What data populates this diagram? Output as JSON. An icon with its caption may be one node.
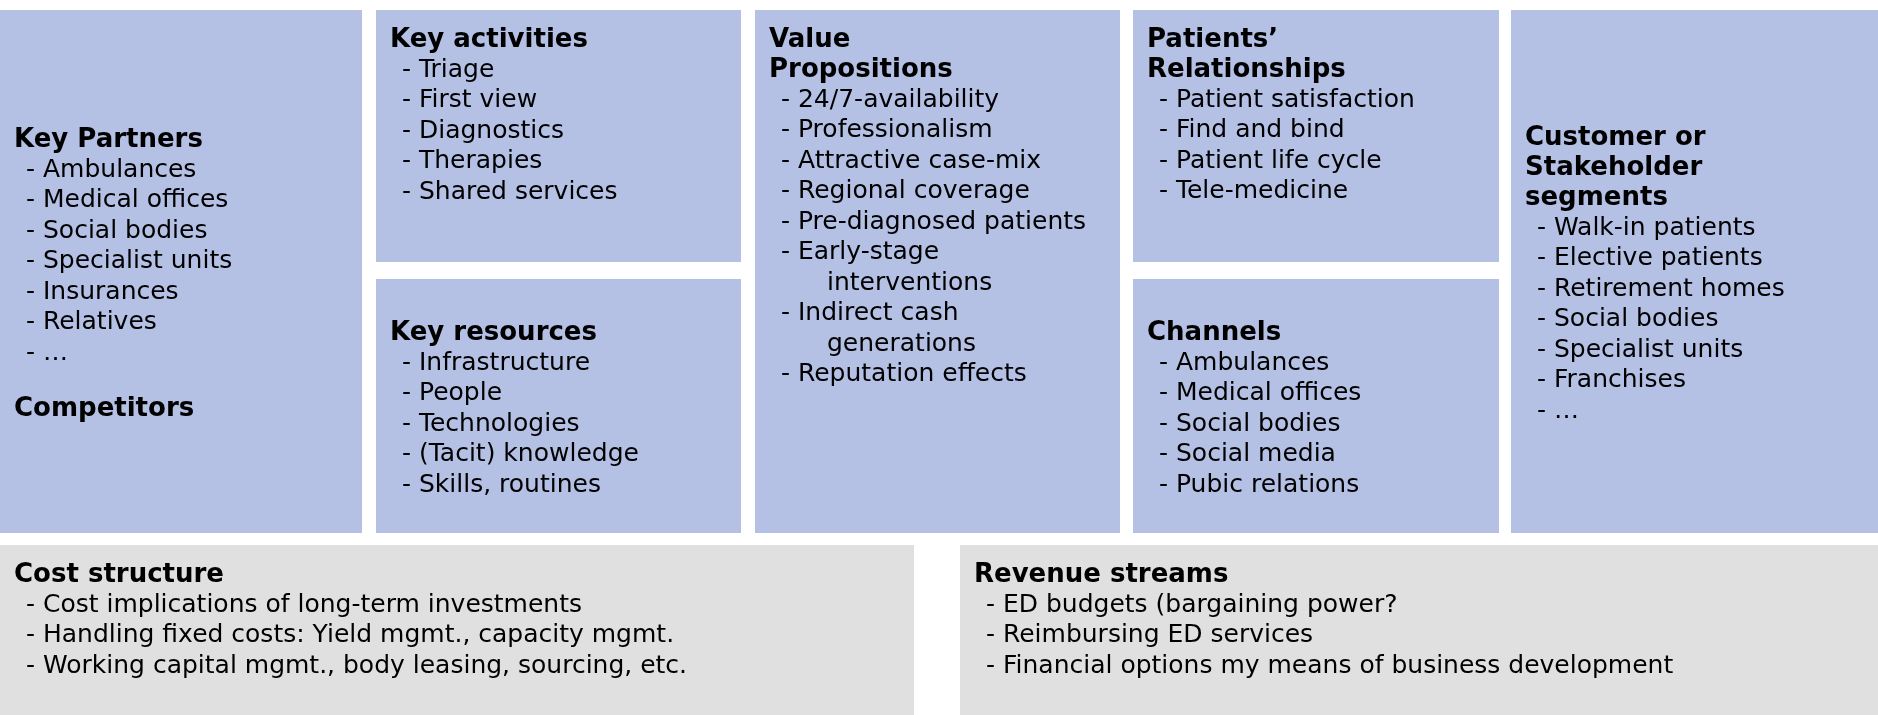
{
  "diagram": {
    "nodes": [
      {
        "text": [
          "Key Partners",
          "- Ambulances",
          "- Medical offices",
          "- Social bodies",
          "- Specialist units",
          "- Insurances",
          "- Relatives",
          "- …",
          "Competitors"
        ]
      },
      {
        "text": [
          "Key activities",
          "- Triage",
          "- First view",
          "- Diagnostics",
          "- Therapies",
          "- Shared services"
        ]
      },
      {
        "text": [
          "Key resources",
          "- Infrastructure",
          "- People",
          "- Technologies",
          "- (Tacit) knowledge",
          "- Skills, routines"
        ]
      },
      {
        "text": [
          "Value Propositions",
          "- 24/7-availability",
          "- Professionalism",
          "- Attractive case-mix",
          "- Regional coverage",
          "- Pre-diagnosed patients",
          "- Early-stage interventions",
          "- Indirect cash generations",
          "- Reputation effects"
        ]
      },
      {
        "text": [
          "Patients’ Relationships",
          "- Patient satisfaction",
          "- Find and bind",
          "- Patient life cycle",
          "- Tele-medicine"
        ]
      },
      {
        "text": [
          "Channels",
          "- Ambulances",
          "- Medical offices",
          "- Social bodies",
          "- Social media",
          "- Pubic relations"
        ]
      },
      {
        "text": [
          "Customer or Stakeholder segments",
          "- Walk-in patients",
          "- Elective patients",
          "- Retirement homes",
          "- Social bodies",
          "- Specialist units",
          "- Franchises",
          "- …"
        ]
      },
      {
        "text": [
          "Cost structure",
          "- Cost implications of long-term investments",
          "- Handling fixed costs: Yield mgmt., capacity mgmt.",
          "- Working capital mgmt., body leasing, sourcing, etc."
        ]
      },
      {
        "text": [
          "Revenue streams",
          "- ED budgets (bargaining power?",
          "- Reimbursing ED services",
          "- Financial options my means of business development"
        ]
      }
    ]
  }
}
